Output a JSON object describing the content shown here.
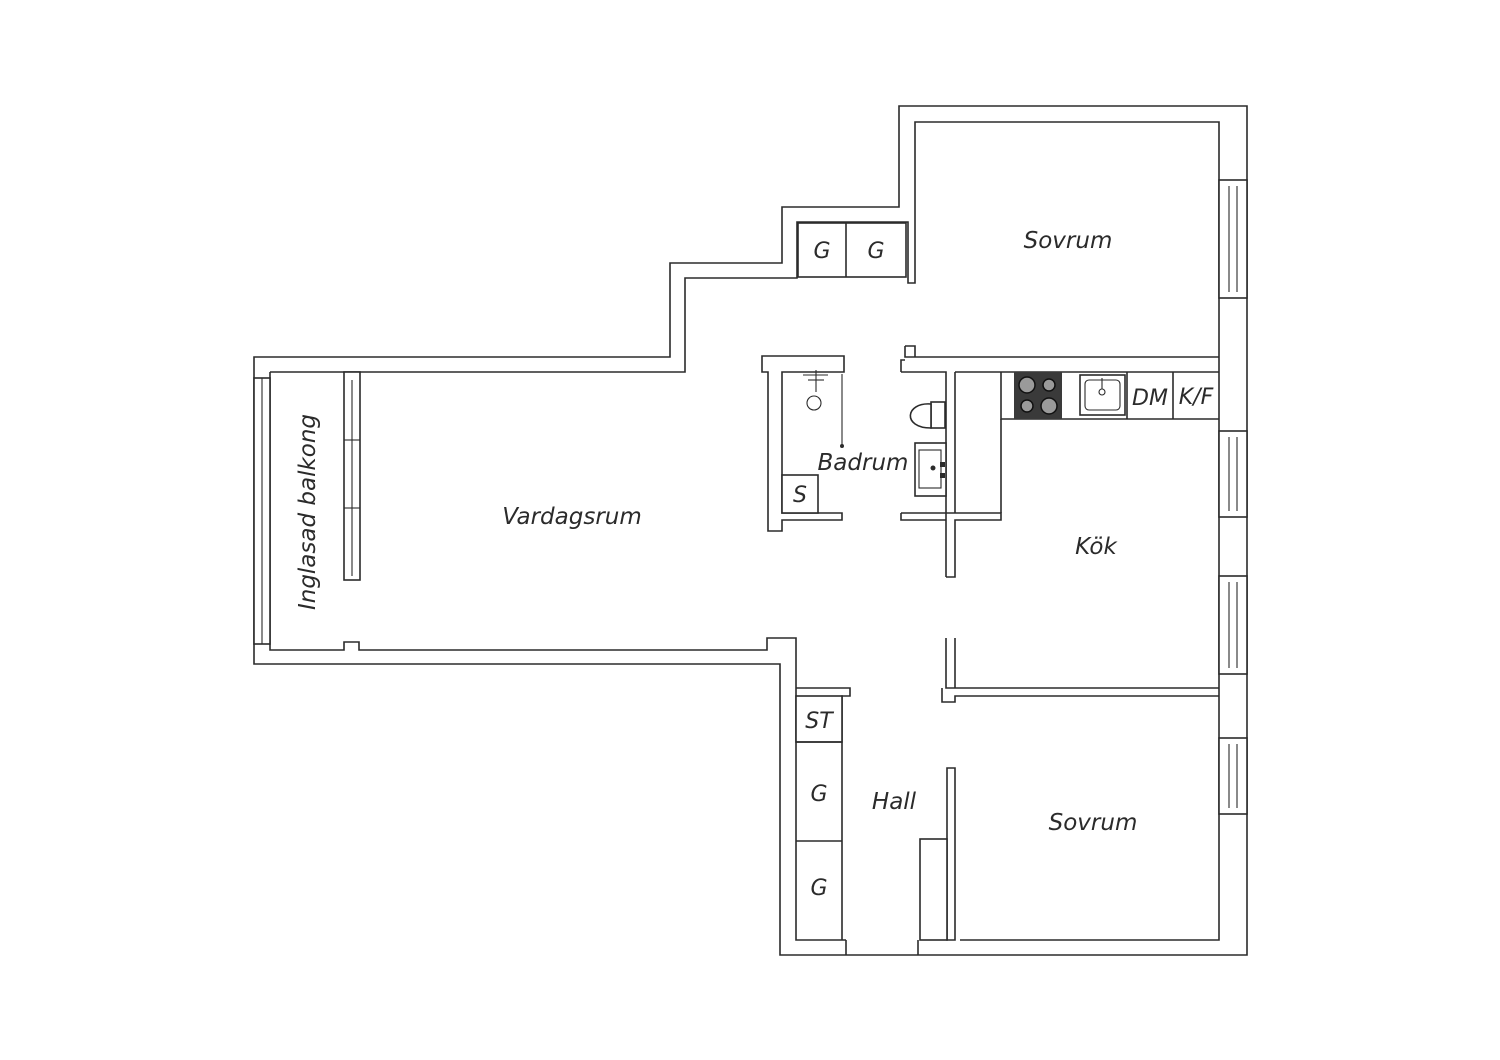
{
  "rooms": {
    "sovrum_top": "Sovrum",
    "sovrum_bottom": "Sovrum",
    "vardagsrum": "Vardagsrum",
    "kok": "Kök",
    "badrum": "Badrum",
    "hall": "Hall",
    "balkong": "Inglasad balkong"
  },
  "fixtures": {
    "g_top_left": "G",
    "g_top_right": "G",
    "dm": "DM",
    "kf": "K/F",
    "s": "S",
    "st": "ST",
    "g_hall_1": "G",
    "g_hall_2": "G"
  },
  "icons": {
    "stove": "stove-icon",
    "sink": "kitchen-sink-icon",
    "shower": "shower-icon",
    "toilet": "toilet-icon",
    "washbasin": "washbasin-icon"
  },
  "colors": {
    "wall": "#2b2b2b",
    "stove": "#3a3a3a",
    "background": "#ffffff"
  }
}
